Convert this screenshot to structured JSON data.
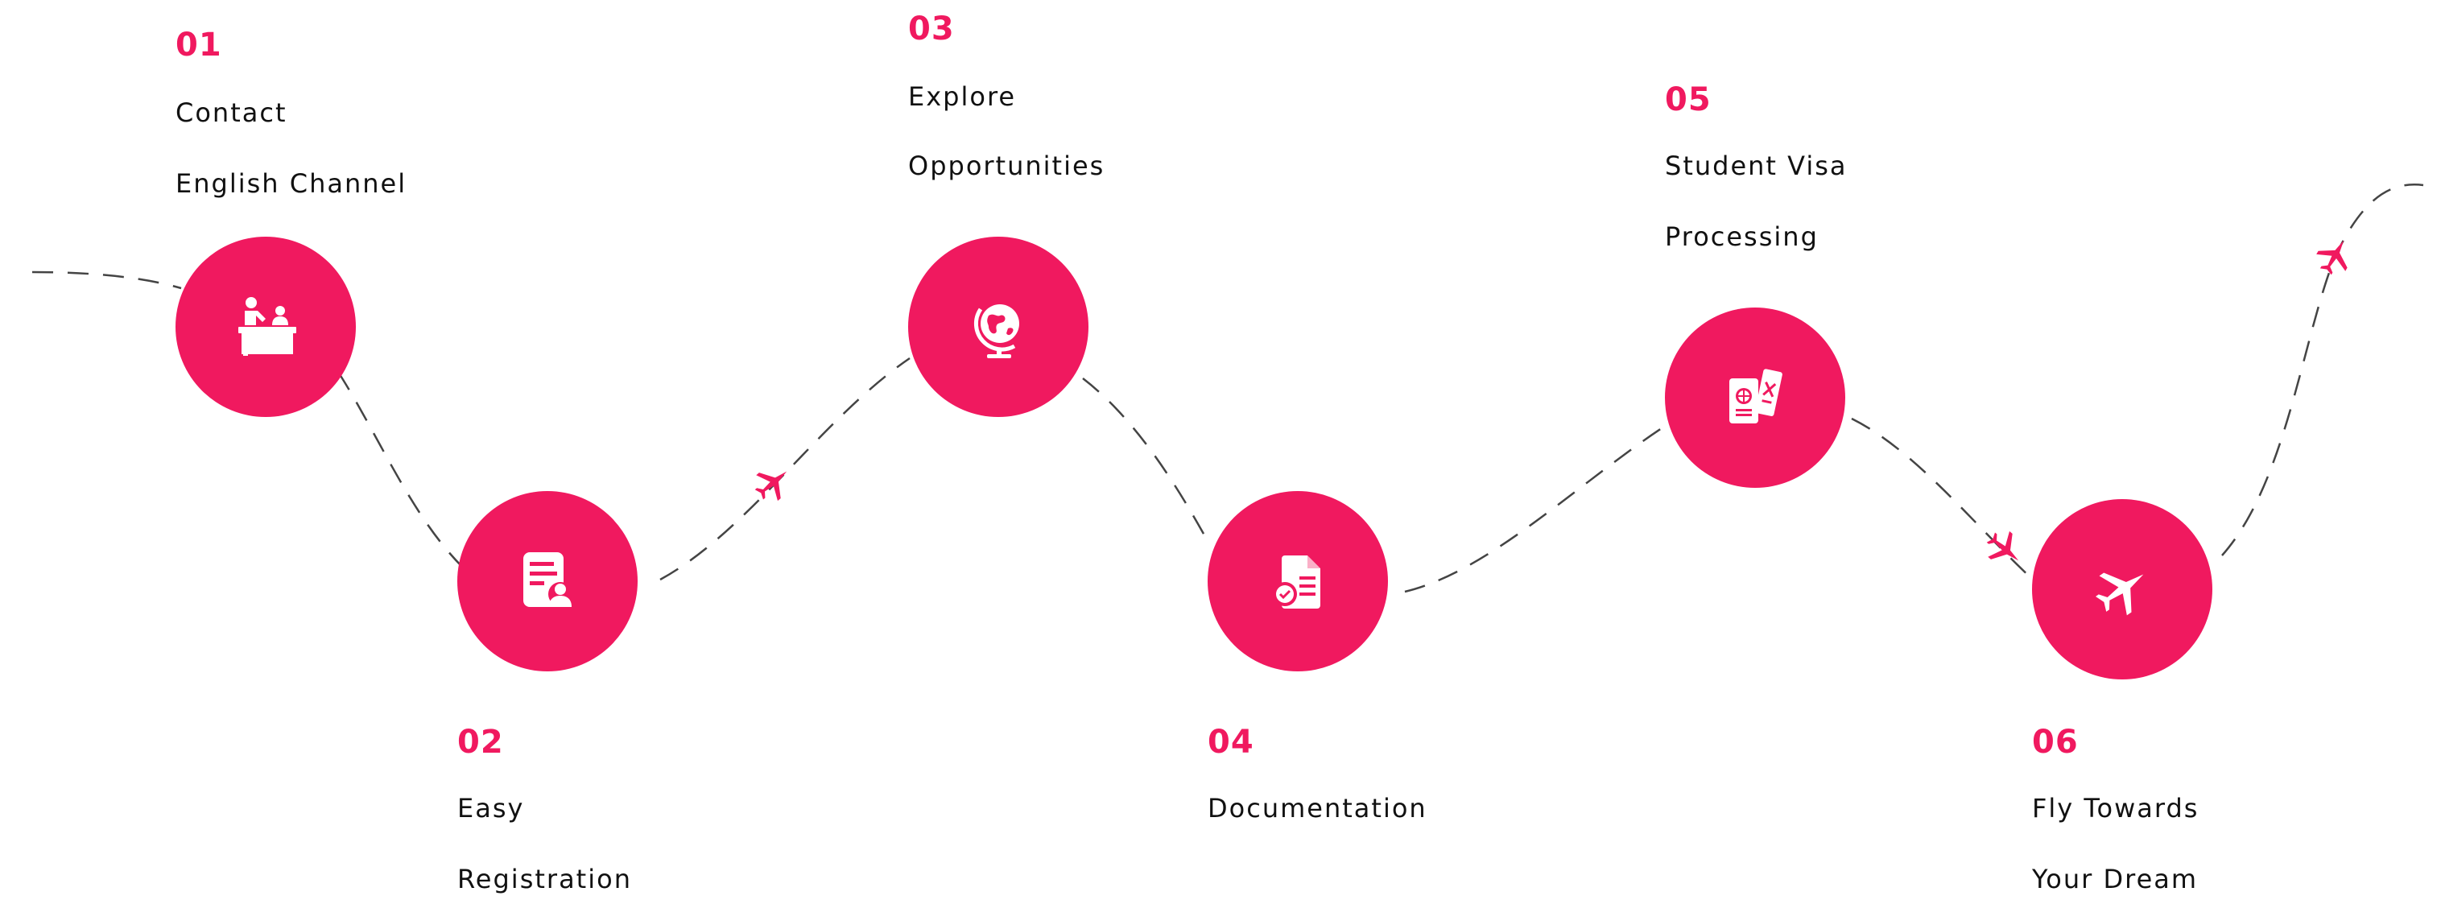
{
  "accent_color": "#f0195f",
  "path_color": "#444444",
  "steps": [
    {
      "number": "01",
      "line1": "Contact",
      "line2": "English Channel",
      "icon": "reception-desk-icon"
    },
    {
      "number": "02",
      "line1": "Easy",
      "line2": "Registration",
      "icon": "registration-document-user-icon"
    },
    {
      "number": "03",
      "line1": "Explore",
      "line2": "Opportunities",
      "icon": "globe-icon"
    },
    {
      "number": "04",
      "line1": "Documentation",
      "line2": "",
      "icon": "approved-document-icon"
    },
    {
      "number": "05",
      "line1": "Student Visa",
      "line2": "Processing",
      "icon": "passport-ticket-icon"
    },
    {
      "number": "06",
      "line1": "Fly Towards",
      "line2": "Your Dream",
      "icon": "airplane-icon"
    }
  ]
}
